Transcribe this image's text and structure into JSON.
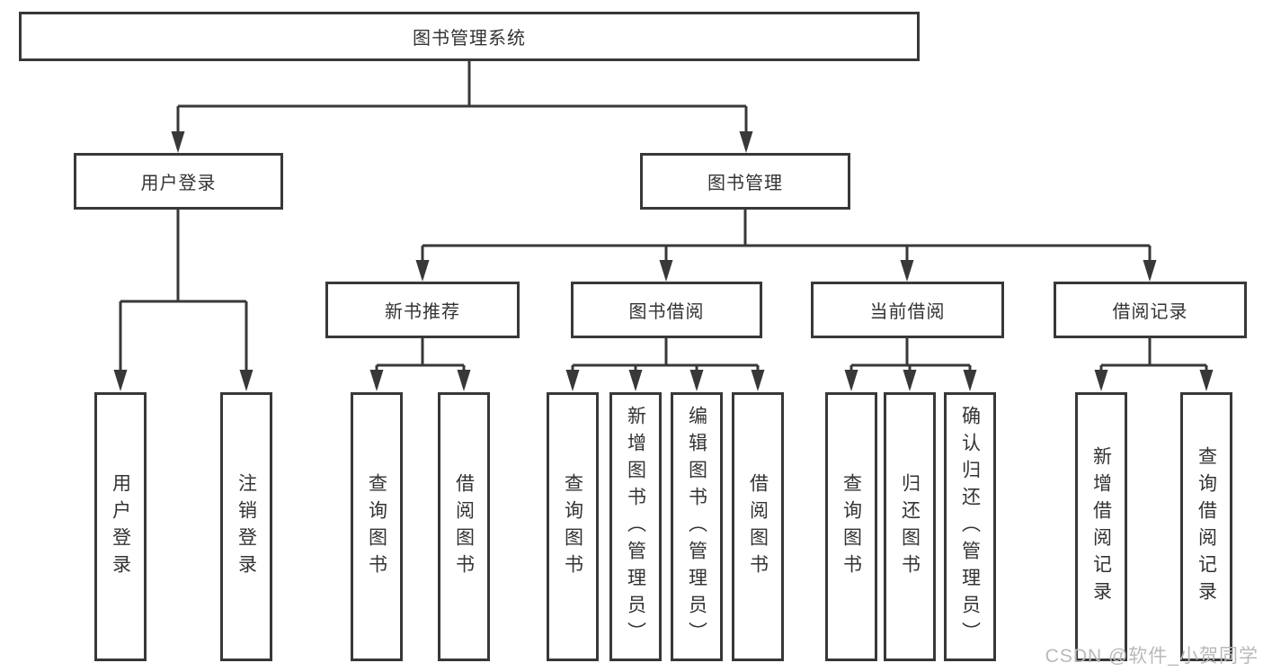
{
  "diagram": {
    "title": "图书管理系统",
    "branches": [
      {
        "label": "用户登录",
        "children": [
          "用户登录",
          "注销登录"
        ]
      },
      {
        "label": "图书管理",
        "children": [
          {
            "label": "新书推荐",
            "children": [
              "查询图书",
              "借阅图书"
            ]
          },
          {
            "label": "图书借阅",
            "children": [
              "查询图书",
              "新增图书（管理员）",
              "编辑图书（管理员）",
              "借阅图书"
            ]
          },
          {
            "label": "当前借阅",
            "children": [
              "查询图书",
              "归还图书",
              "确认归还（管理员）"
            ]
          },
          {
            "label": "借阅记录",
            "children": [
              "新增借阅记录",
              "查询借阅记录"
            ]
          }
        ]
      }
    ]
  },
  "watermark": {
    "text": "CSDN @软件_小贺同学"
  },
  "colors": {
    "line": "#383838",
    "node_text": "#333333",
    "watermark_text": "#b9b9b9",
    "background": "#ffffff"
  }
}
